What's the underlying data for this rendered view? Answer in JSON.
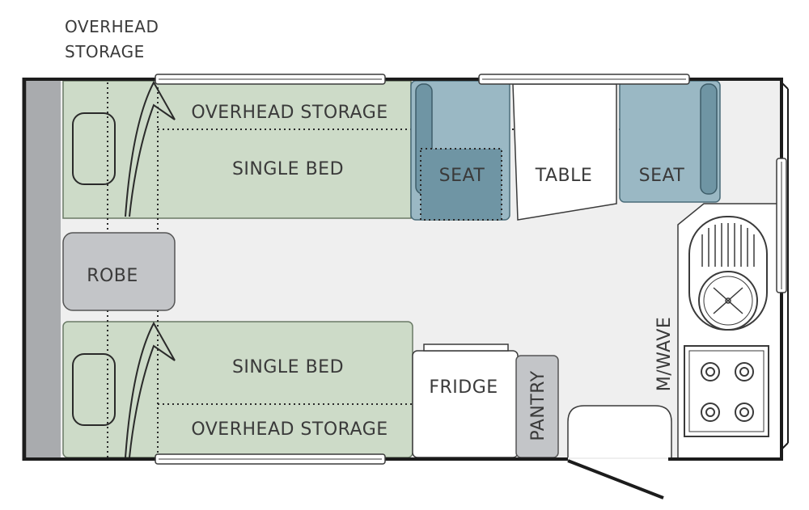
{
  "corner_label": {
    "line1": "OVERHEAD",
    "line2": "STORAGE"
  },
  "rooms": {
    "top_overhead": "OVERHEAD STORAGE",
    "top_bed": "SINGLE BED",
    "seat_left": "SEAT",
    "table": "TABLE",
    "seat_right": "SEAT",
    "robe": "ROBE",
    "bottom_bed": "SINGLE BED",
    "bottom_overhead": "OVERHEAD STORAGE",
    "fridge": "FRIDGE",
    "pantry": "PANTRY",
    "microwave": "M/WAVE"
  },
  "colors": {
    "bed_green": "#cddbc8",
    "seat_blue": "#9ab8c4",
    "seat_blue_dark": "#6f95a4",
    "robe_grey": "#c3c5c8",
    "pantry_grey": "#c3c5c8",
    "floor_grey": "#efefef",
    "end_wall_grey": "#a9abae"
  }
}
